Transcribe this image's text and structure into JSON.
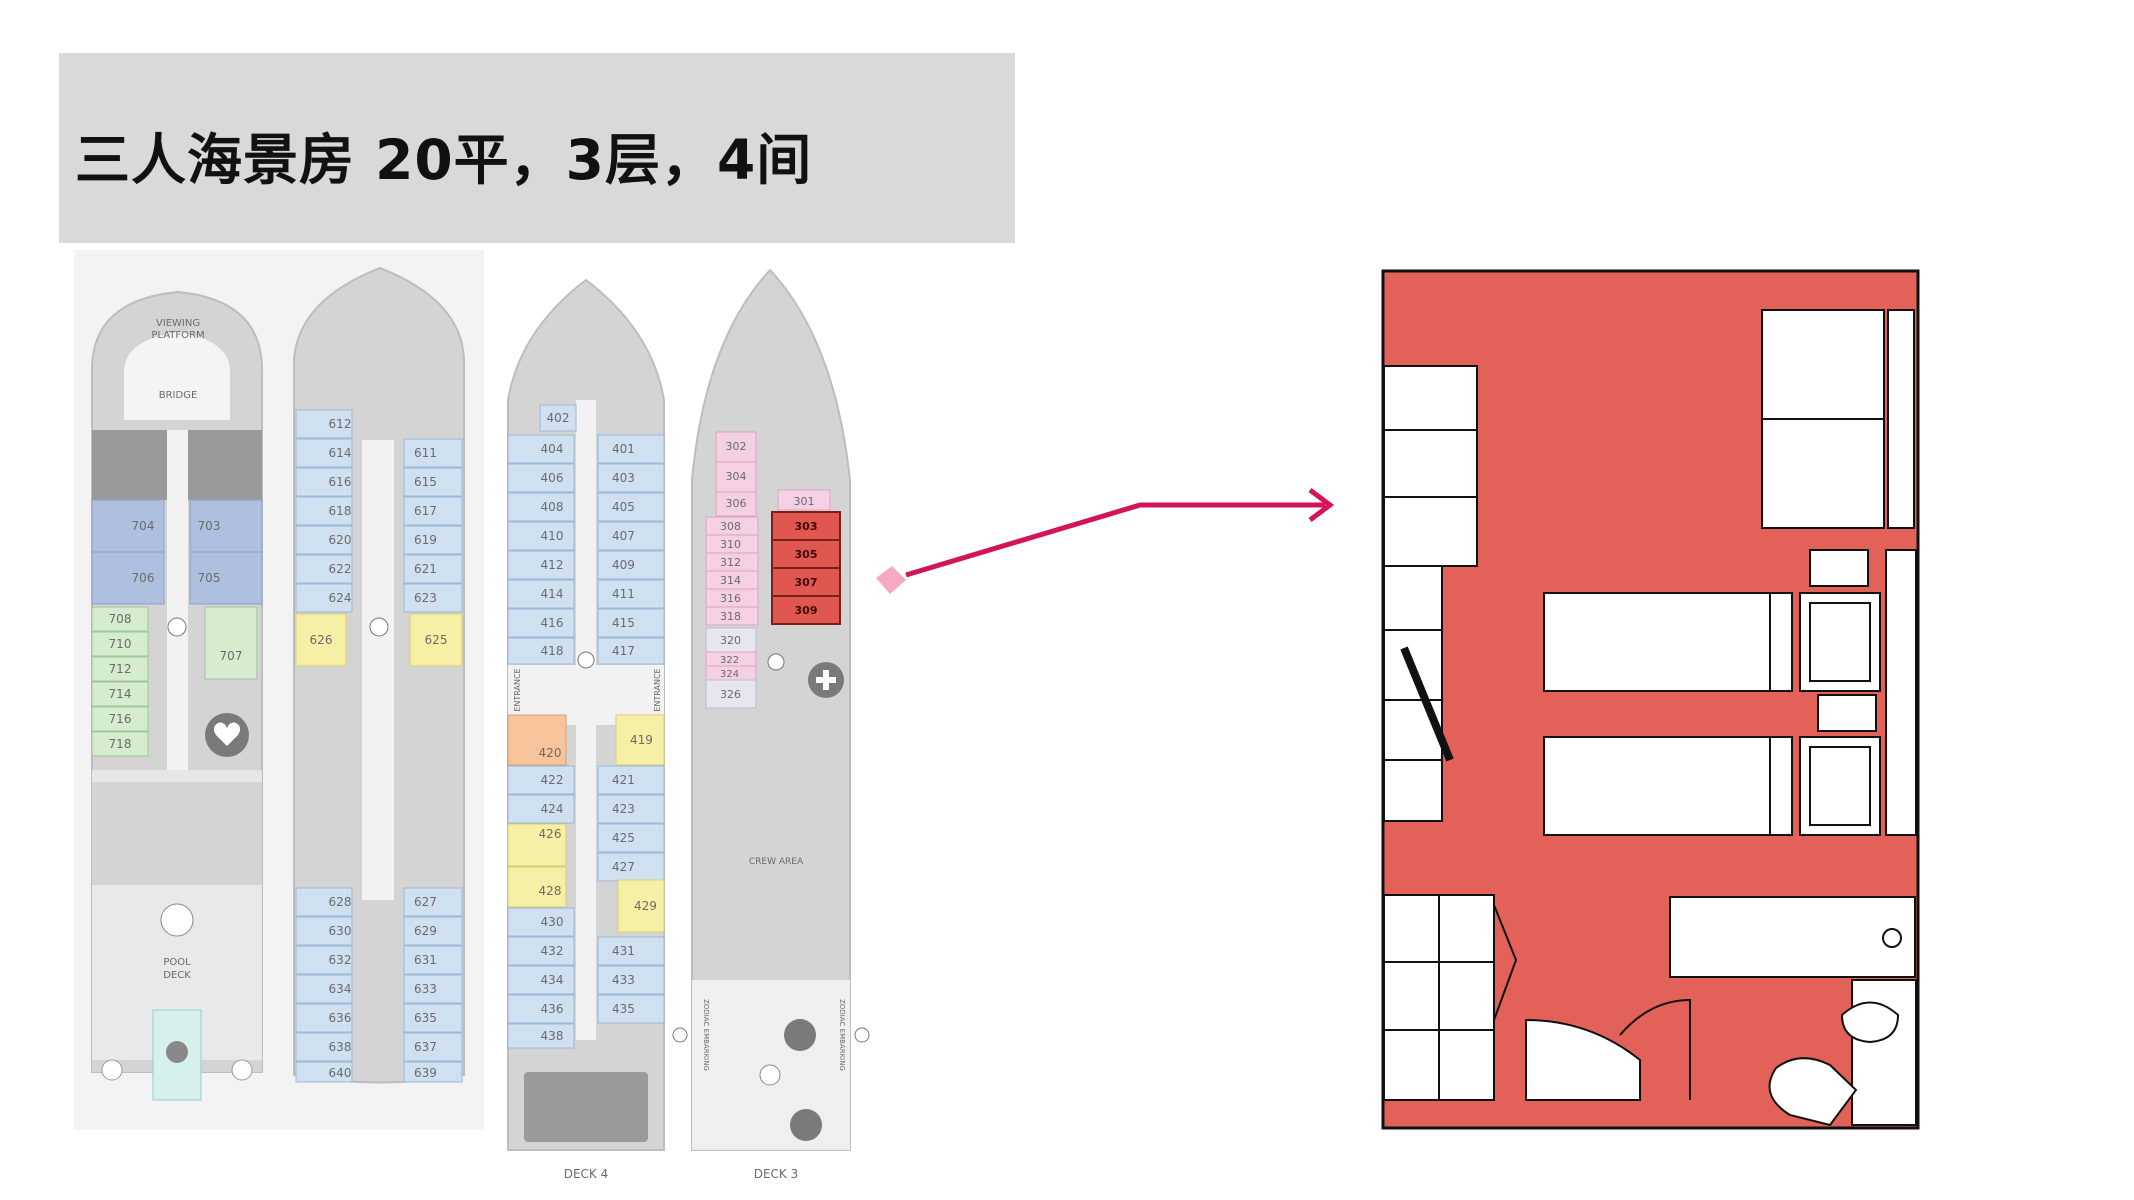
{
  "title": "三人海景房  20平，3层，4间",
  "decks": {
    "deck7": {
      "viewing_platform": [
        "VIEWING",
        "PLATFORM"
      ],
      "bridge": "BRIDGE",
      "pool_deck": [
        "POOL",
        "DECK"
      ],
      "suites": [
        "704",
        "703",
        "706",
        "705"
      ],
      "cabins_left": [
        "708",
        "710",
        "712",
        "714",
        "716",
        "718"
      ],
      "cabin_green": "707"
    },
    "deck6": {
      "cabins_left": [
        "612",
        "614",
        "616",
        "618",
        "620",
        "622",
        "624"
      ],
      "cabins_right": [
        "611",
        "615",
        "617",
        "619",
        "621",
        "623"
      ],
      "yellow": [
        "626",
        "625"
      ],
      "aft_left": [
        "628",
        "630",
        "632",
        "634",
        "636",
        "638",
        "640"
      ],
      "aft_right": [
        "627",
        "629",
        "631",
        "633",
        "635",
        "637",
        "639"
      ]
    },
    "deck4": {
      "label": "DECK 4",
      "entrance": "ENTRANCE",
      "fwd": "402",
      "left": [
        "404",
        "406",
        "408",
        "410",
        "412",
        "414",
        "416",
        "418"
      ],
      "right": [
        "401",
        "403",
        "405",
        "407",
        "409",
        "411",
        "415",
        "417"
      ],
      "orange": "420",
      "yellow_r1": "419",
      "yellow_l": "426",
      "yellow_l2": "428",
      "yellow_r2": "429",
      "aft_left": [
        "422",
        "424",
        "430",
        "432",
        "434",
        "436",
        "438"
      ],
      "aft_right": [
        "421",
        "423",
        "425",
        "427",
        "431",
        "433",
        "435"
      ]
    },
    "deck3": {
      "label": "DECK 3",
      "crew_area": "CREW AREA",
      "zodiac": "ZODIAC EMBARKING",
      "pink_top": [
        "302",
        "304",
        "306"
      ],
      "pink_left": [
        "308",
        "310",
        "312",
        "314",
        "316",
        "318"
      ],
      "right_top": "301",
      "highlighted": [
        "303",
        "305",
        "307",
        "309"
      ],
      "lower": [
        "320",
        "322",
        "324",
        "326"
      ]
    }
  },
  "colors": {
    "highlight": "#e0574f",
    "accent_arrow": "#d4145a",
    "cabin_blue": "#cfe0f1",
    "suite_blue": "#aebfe0",
    "cabin_green": "#d6eccf",
    "cabin_yellow": "#f6efa6",
    "cabin_orange": "#f7c49b",
    "cabin_pink": "#f5cfe2",
    "hull_gray": "#d4d4d4",
    "room_red": "#e2625a"
  }
}
